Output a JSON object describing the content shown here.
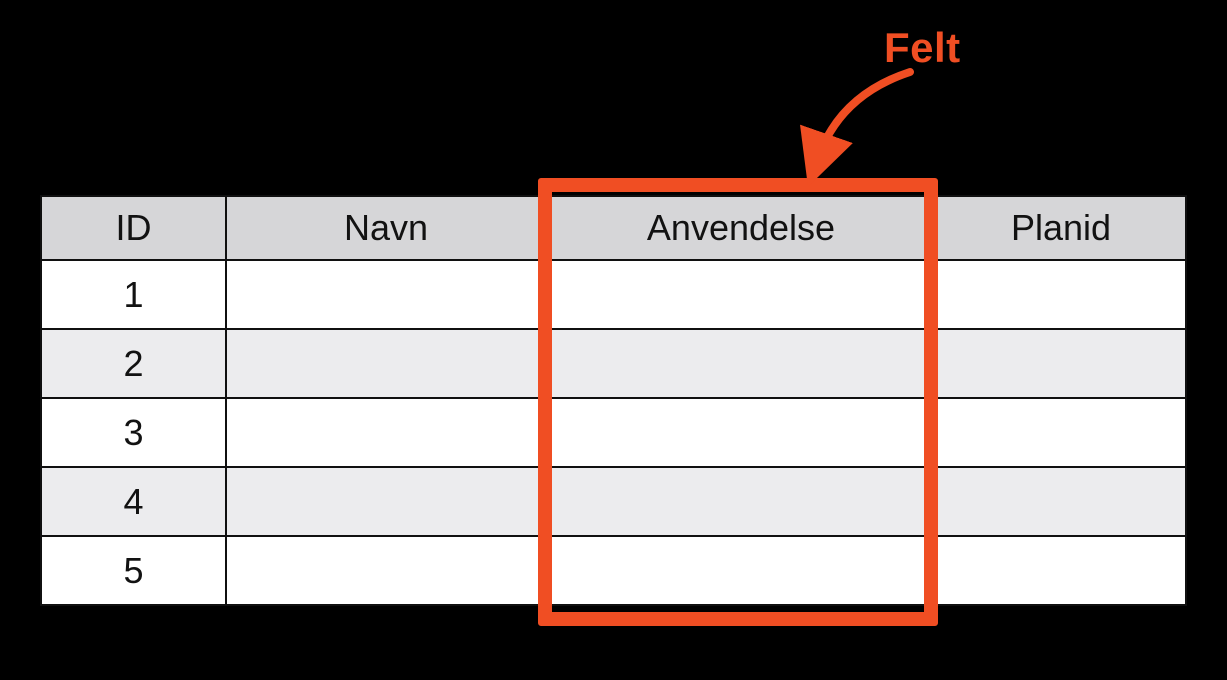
{
  "diagram": {
    "annotation": {
      "label": "Felt"
    },
    "colors": {
      "accent": "#F04E23",
      "header_bg": "#D6D6D8",
      "row_alt_bg": "#ECECEE",
      "grid_line": "#101010",
      "background": "#000000"
    }
  },
  "table": {
    "headers": [
      "ID",
      "Navn",
      "Anvendelse",
      "Planid"
    ],
    "highlighted_column": "Anvendelse",
    "rows": [
      [
        "1",
        "",
        "",
        ""
      ],
      [
        "2",
        "",
        "",
        ""
      ],
      [
        "3",
        "",
        "",
        ""
      ],
      [
        "4",
        "",
        "",
        ""
      ],
      [
        "5",
        "",
        "",
        ""
      ]
    ]
  }
}
